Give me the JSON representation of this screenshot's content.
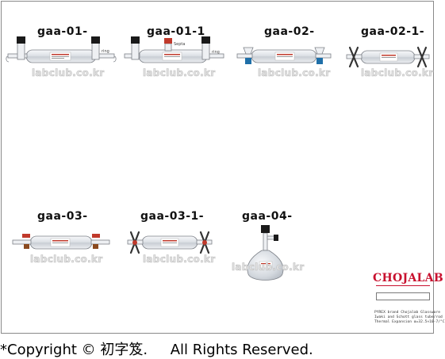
{
  "items": [
    {
      "code": "gaa-01-",
      "watermark": "labclub.co.kr",
      "annotations": [
        "ring",
        "ring"
      ]
    },
    {
      "code": "gaa-01-1",
      "watermark": "labclub.co.kr",
      "annotations": [
        "Septa",
        "ring",
        "ring"
      ]
    },
    {
      "code": "gaa-02-",
      "watermark": "labclub.co.kr"
    },
    {
      "code": "gaa-02-1-",
      "watermark": "labclub.co.kr"
    },
    {
      "code": "gaa-03-",
      "watermark": "labclub.co.kr"
    },
    {
      "code": "gaa-03-1-",
      "watermark": "labclub.co.kr"
    },
    {
      "code": "gaa-04-",
      "watermark": "labclub.co.kr"
    }
  ],
  "brand": {
    "name": "CHOJALAB",
    "lines": [
      "PYREX brand Chojalab Glassware",
      "Iwaki and Schott glass tube/rod",
      "Thermal Expansion α=32.5×10-7/°C"
    ]
  },
  "footer": {
    "copyright": "*Copyright © 初字笈.",
    "rights": "All Rights Reserved."
  },
  "colors": {
    "glass": "#e9ecef",
    "glass_outline": "#7d8188",
    "cap_black": "#1a1a1a",
    "cap_red": "#c0392b",
    "cap_blue": "#1f6fa8",
    "brand_red": "#c8102e"
  }
}
